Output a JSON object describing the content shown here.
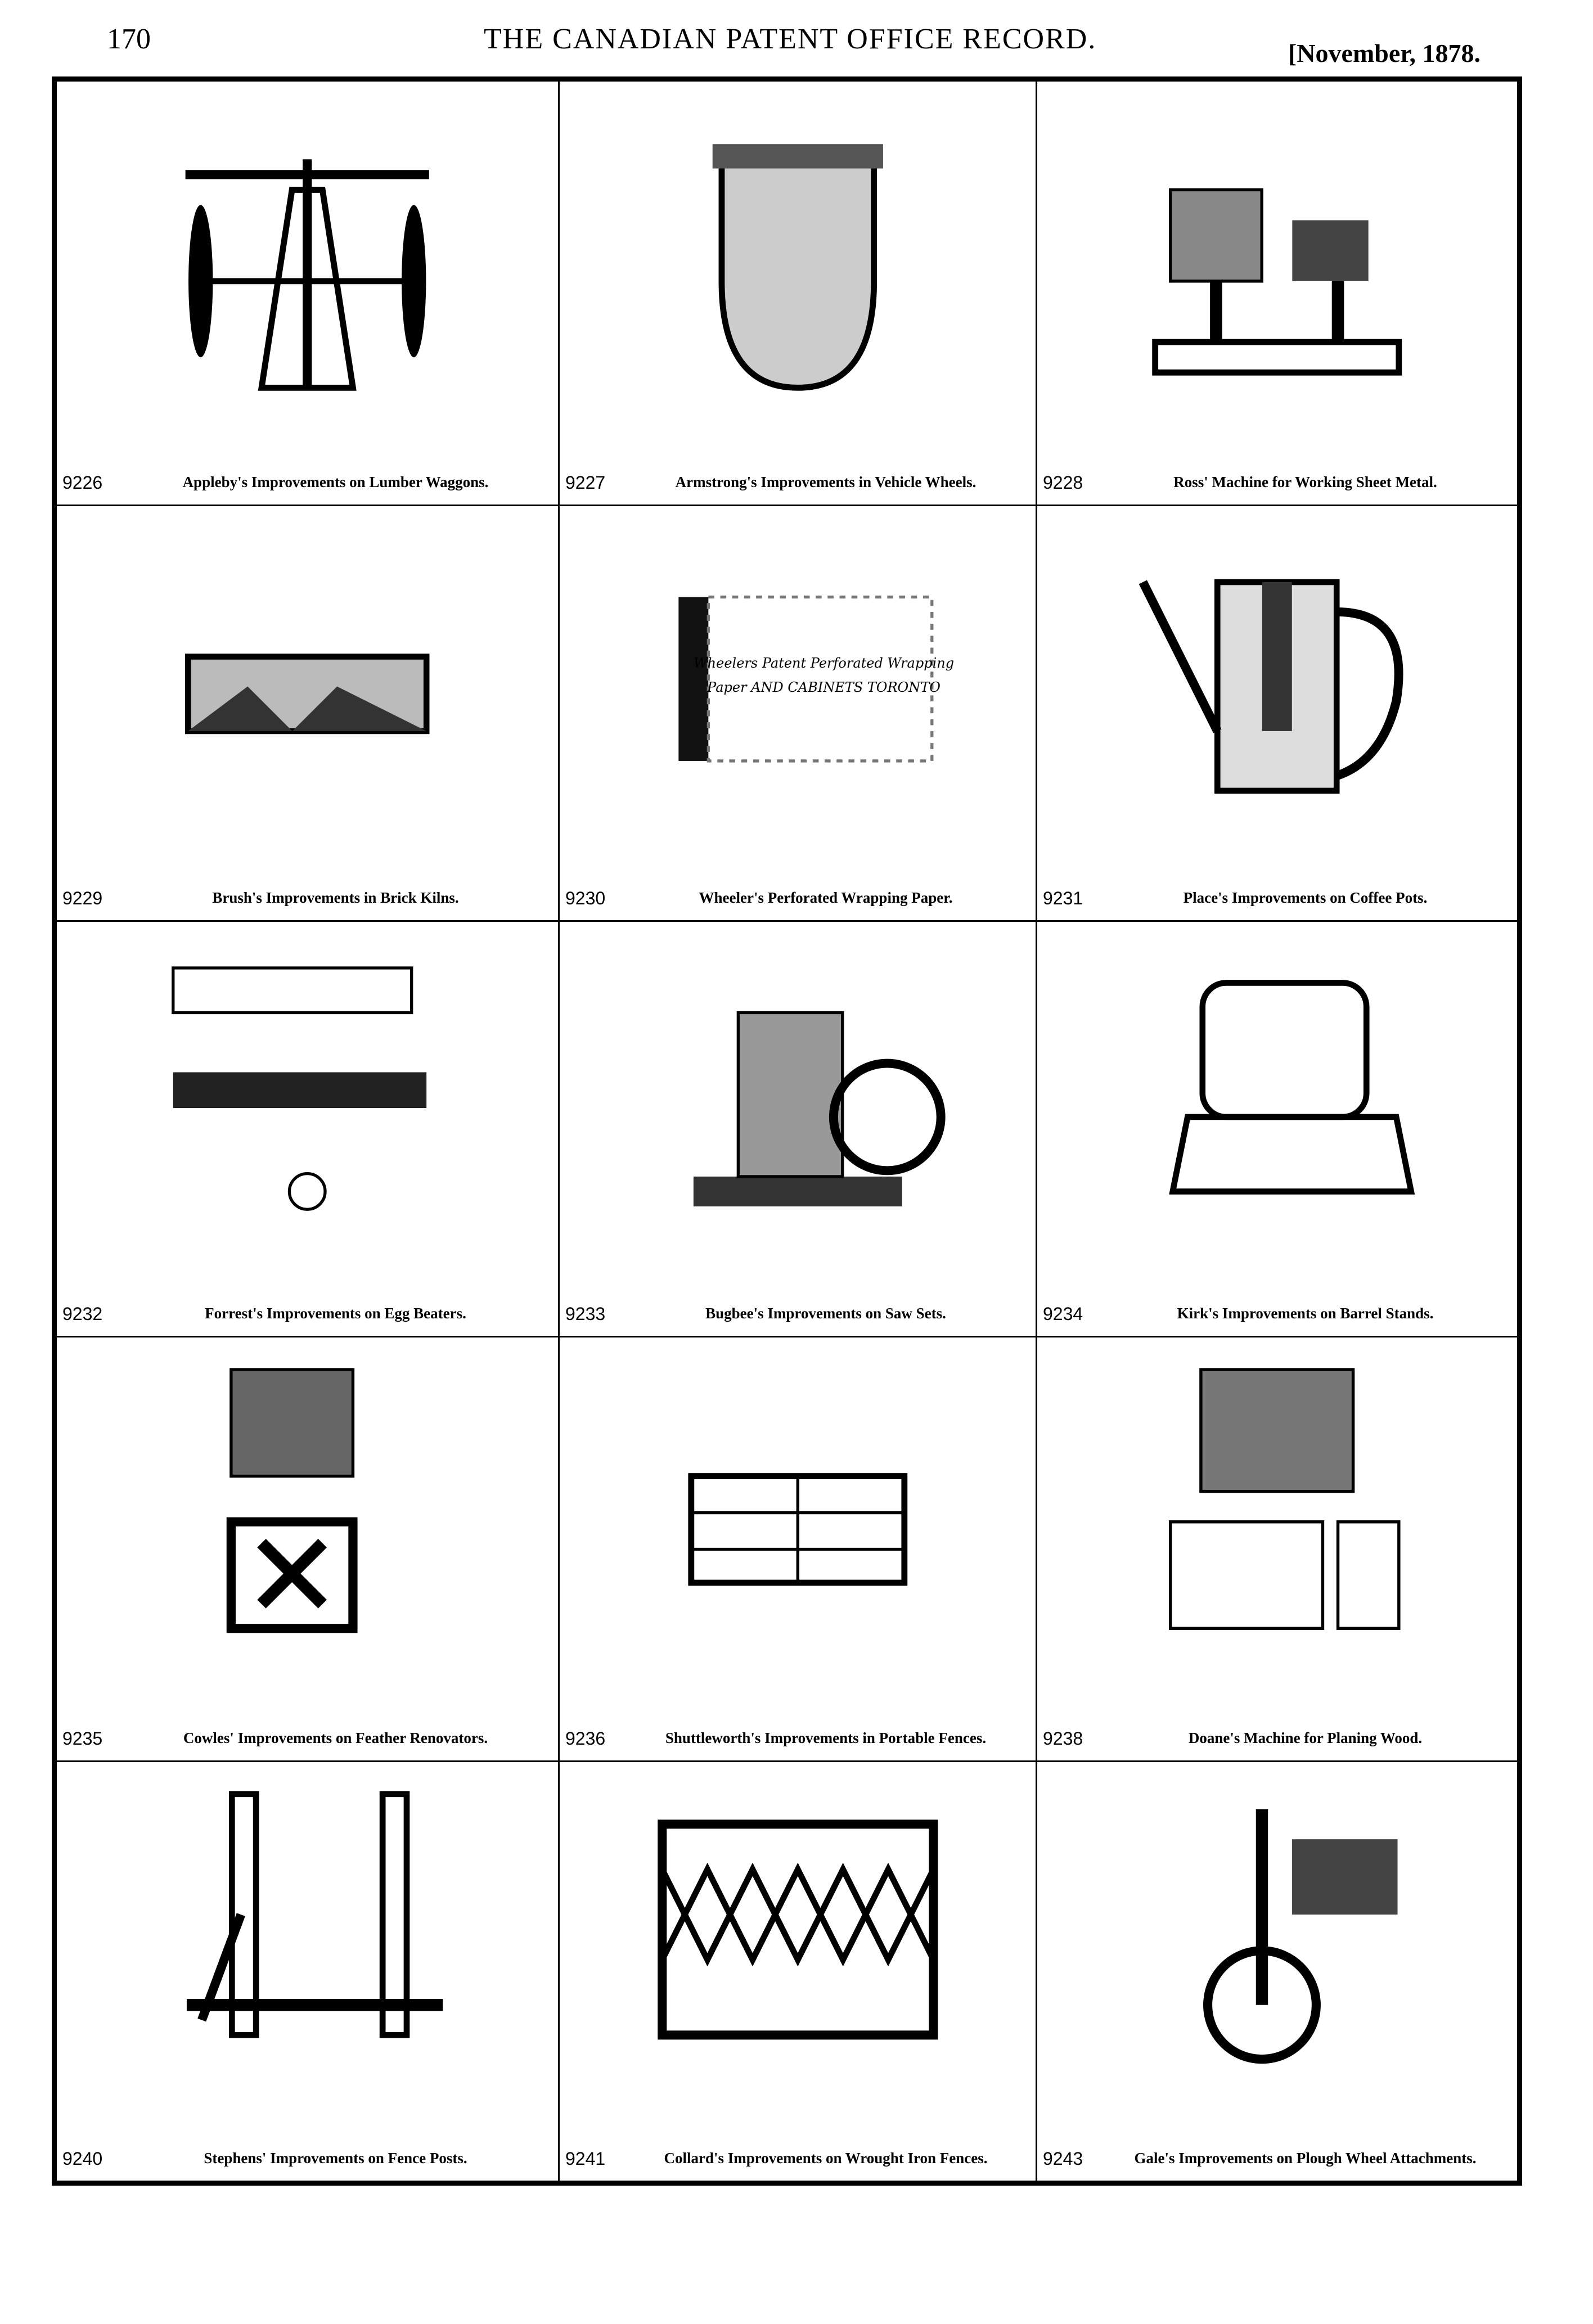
{
  "header": {
    "page_number": "170",
    "title": "THE CANADIAN PATENT OFFICE RECORD.",
    "date": "[November, 1878."
  },
  "patents": [
    {
      "number": "9226",
      "caption": "Appleby's Improvements on Lumber Waggons.",
      "icon": "waggon"
    },
    {
      "number": "9227",
      "caption": "Armstrong's Improvements in Vehicle Wheels.",
      "icon": "wheel-section"
    },
    {
      "number": "9228",
      "caption": "Ross' Machine for Working Sheet Metal.",
      "icon": "machine"
    },
    {
      "number": "9229",
      "caption": "Brush's Improvements in Brick Kilns.",
      "icon": "kiln"
    },
    {
      "number": "9230",
      "caption": "Wheeler's Perforated Wrapping Paper.",
      "icon": "paper-roll"
    },
    {
      "number": "9231",
      "caption": "Place's Improvements on Coffee Pots.",
      "icon": "coffee-pot"
    },
    {
      "number": "9232",
      "caption": "Forrest's Improvements on Egg Beaters.",
      "icon": "egg-beater"
    },
    {
      "number": "9233",
      "caption": "Bugbee's Improvements on Saw Sets.",
      "icon": "saw-set"
    },
    {
      "number": "9234",
      "caption": "Kirk's Improvements on Barrel Stands.",
      "icon": "barrel"
    },
    {
      "number": "9235",
      "caption": "Cowles' Improvements on Feather Renovators.",
      "icon": "renovator"
    },
    {
      "number": "9236",
      "caption": "Shuttleworth's Improvements in Portable Fences.",
      "icon": "fence"
    },
    {
      "number": "9238",
      "caption": "Doane's Machine for Planing Wood.",
      "icon": "planer"
    },
    {
      "number": "9240",
      "caption": "Stephens' Improvements on Fence Posts.",
      "icon": "fence-post"
    },
    {
      "number": "9241",
      "caption": "Collard's Improvements on Wrought Iron Fences.",
      "icon": "iron-fence"
    },
    {
      "number": "9243",
      "caption": "Gale's Improvements on Plough Wheel Attachments.",
      "icon": "plough-wheel"
    }
  ],
  "figure_labels": {
    "paper_roll": "Wheelers Patent Perforated Wrapping Paper AND CABINETS TORONTO"
  }
}
